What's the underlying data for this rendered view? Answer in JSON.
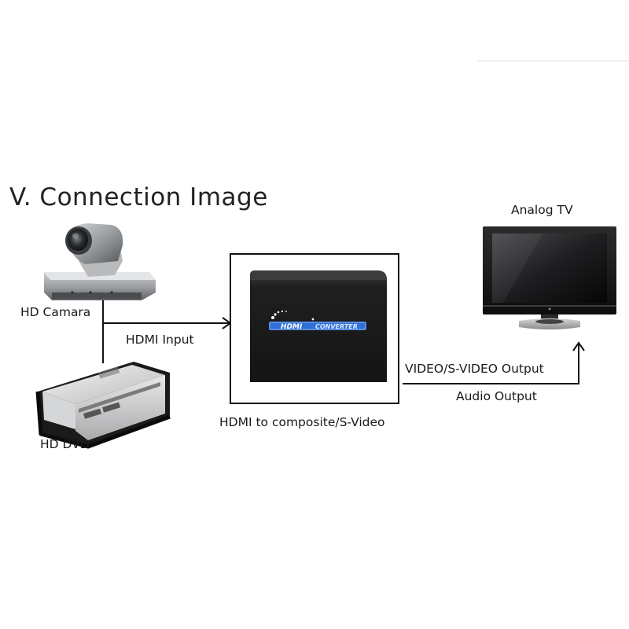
{
  "title": "V. Connection Image",
  "devices": {
    "camera": "HD Camara",
    "dvd": "HD DVD",
    "converter": "HDMI to composite/S-Video",
    "tv": "Analog TV"
  },
  "connections": {
    "input": "HDMI Input",
    "video_output": "VIDEO/S-VIDEO Output",
    "audio_output": "Audio Output"
  },
  "converter_logo": {
    "brand": "HDMI",
    "word": "CONVERTER"
  },
  "colors": {
    "line": "#111111",
    "converter_body": "#1e1e1e",
    "logo_accent": "#2f6fd6"
  }
}
